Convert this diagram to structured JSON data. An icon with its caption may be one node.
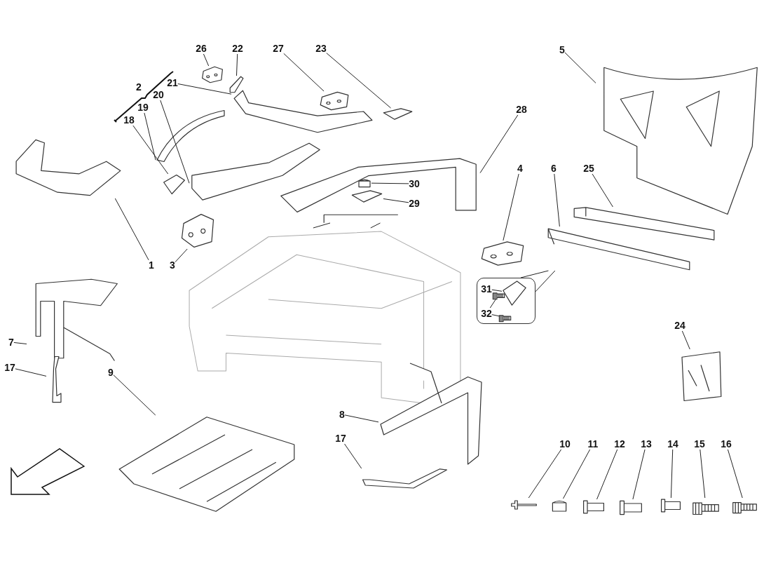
{
  "diagram": {
    "nodes": [
      {
        "text": [
          "26"
        ]
      },
      {
        "text": [],
        "shape": "picture"
      },
      {
        "text": [
          "22"
        ]
      },
      {
        "text": [],
        "shape": "picture"
      },
      {
        "text": [
          "27"
        ]
      },
      {
        "text": [],
        "shape": "picture"
      },
      {
        "text": [
          "23"
        ]
      },
      {
        "text": [],
        "shape": "picture"
      },
      {
        "text": [
          "5"
        ]
      },
      {
        "text": [],
        "shape": "picture"
      },
      {
        "text": [
          "21"
        ]
      },
      {
        "text": [],
        "shape": "picture"
      },
      {
        "text": [
          "20"
        ]
      },
      {
        "text": [],
        "shape": "picture"
      },
      {
        "text": [
          "19"
        ]
      },
      {
        "text": [],
        "shape": "picture"
      },
      {
        "text": [
          "18"
        ]
      },
      {
        "text": [],
        "shape": "picture"
      },
      {
        "text": [
          "1"
        ]
      },
      {
        "text": [],
        "shape": "picture"
      },
      {
        "text": [
          "3"
        ]
      },
      {
        "text": [],
        "shape": "picture"
      },
      {
        "text": [
          "28"
        ]
      },
      {
        "text": [],
        "shape": "picture"
      },
      {
        "text": [
          "30"
        ]
      },
      {
        "text": [],
        "shape": "picture"
      },
      {
        "text": [
          "29"
        ]
      },
      {
        "text": [],
        "shape": "picture"
      },
      {
        "text": [],
        "shape": "bracket"
      },
      {
        "text": [],
        "shape": "picture"
      },
      {
        "text": [
          "4"
        ]
      },
      {
        "text": [],
        "shape": "picture"
      },
      {
        "text": [
          "6"
        ]
      },
      {
        "text": [],
        "shape": "picture"
      },
      {
        "text": [
          "25"
        ]
      },
      {
        "text": [],
        "shape": "picture"
      },
      {
        "text": [],
        "shape": "box"
      },
      {
        "text": [
          "31"
        ],
        "in": 36
      },
      {
        "text": [],
        "shape": "picture",
        "in": 36
      },
      {
        "text": [
          "32"
        ],
        "in": 36
      },
      {
        "text": [],
        "shape": "picture",
        "in": 36
      },
      {
        "text": [],
        "shape": "picture",
        "in": 36
      },
      {
        "text": [
          "7"
        ]
      },
      {
        "text": [],
        "shape": "picture"
      },
      {
        "text": [
          "17"
        ]
      },
      {
        "text": [],
        "shape": "picture"
      },
      {
        "text": [
          "9"
        ]
      },
      {
        "text": [],
        "shape": "picture"
      },
      {
        "text": [
          "8"
        ]
      },
      {
        "text": [],
        "shape": "picture"
      },
      {
        "text": [
          "17"
        ]
      },
      {
        "text": [],
        "shape": "picture"
      },
      {
        "text": [
          "24"
        ]
      },
      {
        "text": [],
        "shape": "picture"
      },
      {
        "text": [
          "10"
        ]
      },
      {
        "text": [],
        "shape": "picture"
      },
      {
        "text": [
          "11"
        ]
      },
      {
        "text": [],
        "shape": "picture"
      },
      {
        "text": [
          "12"
        ]
      },
      {
        "text": [],
        "shape": "picture"
      },
      {
        "text": [
          "13"
        ]
      },
      {
        "text": [],
        "shape": "picture"
      },
      {
        "text": [
          "14"
        ]
      },
      {
        "text": [],
        "shape": "picture"
      },
      {
        "text": [
          "15"
        ]
      },
      {
        "text": [],
        "shape": "picture"
      },
      {
        "text": [
          "16"
        ]
      },
      {
        "text": [],
        "shape": "picture"
      }
    ],
    "edges": [
      {
        "from": 0,
        "to": 1,
        "arrow": "none"
      },
      {
        "from": 2,
        "to": 3,
        "arrow": "none"
      },
      {
        "from": 4,
        "to": 5,
        "arrow": "none"
      },
      {
        "from": 6,
        "to": 7,
        "arrow": "none"
      },
      {
        "from": 8,
        "to": 9,
        "arrow": "none"
      },
      {
        "from": 10,
        "to": 11,
        "arrow": "none"
      },
      {
        "from": 12,
        "to": 13,
        "arrow": "none"
      },
      {
        "from": 14,
        "to": 15,
        "arrow": "none"
      },
      {
        "from": 16,
        "to": 17,
        "arrow": "none"
      },
      {
        "from": 18,
        "to": 19,
        "arrow": "none"
      },
      {
        "from": 20,
        "to": 21,
        "arrow": "none"
      },
      {
        "from": 22,
        "to": 23,
        "arrow": "none"
      },
      {
        "from": 24,
        "to": 25,
        "arrow": "none"
      },
      {
        "from": 26,
        "to": 27,
        "arrow": "none"
      },
      {
        "from": 28,
        "to": 29,
        "arrow": "none"
      },
      {
        "from": 28,
        "to": 29,
        "arrow": "none"
      },
      {
        "from": 30,
        "to": 31,
        "arrow": "none"
      },
      {
        "from": 32,
        "to": 33,
        "arrow": "none"
      },
      {
        "from": 34,
        "to": 35,
        "arrow": "none"
      },
      {
        "from": 33,
        "to": 36,
        "arrow": "none"
      },
      {
        "from": 33,
        "to": 36,
        "arrow": "none"
      },
      {
        "from": 37,
        "to": 38,
        "arrow": "none"
      },
      {
        "from": 39,
        "to": 40,
        "arrow": "none"
      },
      {
        "from": 39,
        "to": 41,
        "arrow": "none"
      },
      {
        "from": 42,
        "to": 43,
        "arrow": "none"
      },
      {
        "from": 44,
        "to": 45,
        "arrow": "none"
      },
      {
        "from": 46,
        "to": 47,
        "arrow": "none"
      },
      {
        "from": 48,
        "to": 49,
        "arrow": "none"
      },
      {
        "from": 50,
        "to": 51,
        "arrow": "none"
      },
      {
        "from": 52,
        "to": 53,
        "arrow": "none"
      },
      {
        "from": 54,
        "to": 55,
        "arrow": "none"
      },
      {
        "from": 56,
        "to": 57,
        "arrow": "none"
      },
      {
        "from": 58,
        "to": 59,
        "arrow": "none"
      },
      {
        "from": 60,
        "to": 61,
        "arrow": "none"
      },
      {
        "from": 62,
        "to": 63,
        "arrow": "none"
      },
      {
        "from": 64,
        "to": 65,
        "arrow": "none"
      },
      {
        "from": 66,
        "to": 67,
        "arrow": "none"
      }
    ],
    "labels": [
      "2"
    ]
  }
}
